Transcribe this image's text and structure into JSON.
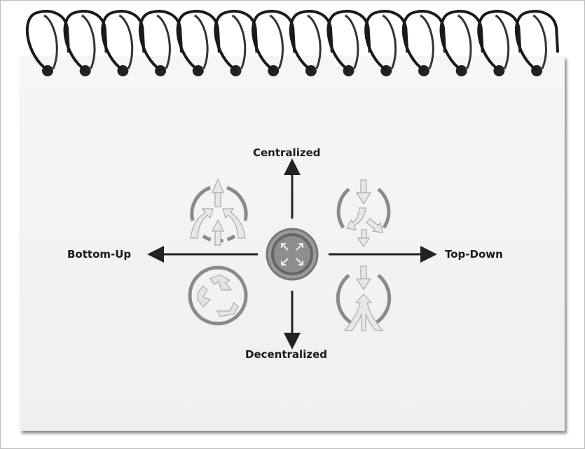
{
  "diagram": {
    "axis_top": "Centralized",
    "axis_bottom": "Decentralized",
    "axis_left": "Bottom-Up",
    "axis_right": "Top-Down",
    "center_icon": "expand-arrows-icon",
    "quadrant_icons": [
      "converging-up-arrows-icon",
      "diverging-down-arrows-icon",
      "recycle-icon",
      "merge-arrows-icon"
    ]
  },
  "colors": {
    "icon_gray": "#8a8a8a",
    "axis": "#222222",
    "paper": "#f3f3f3"
  }
}
